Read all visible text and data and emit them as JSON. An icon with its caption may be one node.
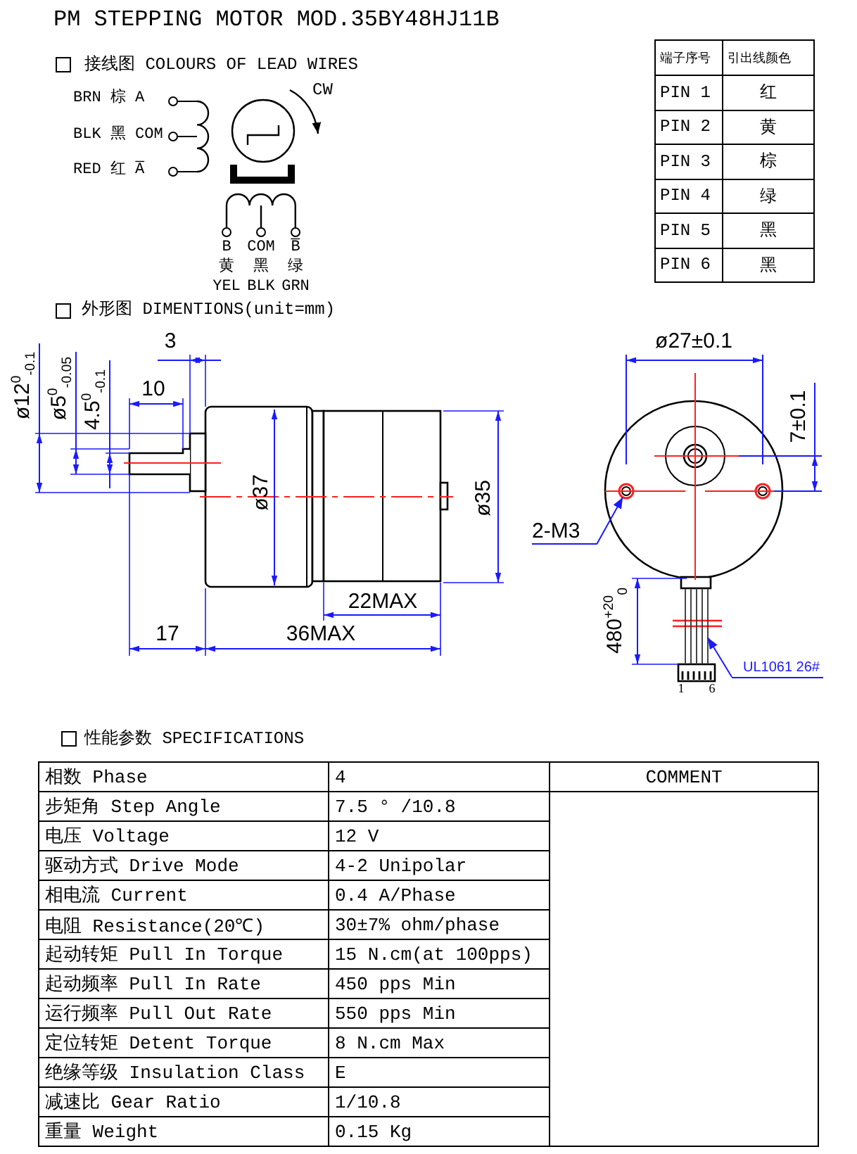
{
  "diagram": {
    "title": "PM STEPPING MOTOR MOD.35BY48HJ11B",
    "nodes": [
      {
        "text": [
          "2-M3"
        ]
      },
      {
        "text": [
          "UL1061 26#"
        ]
      },
      {
        "text": [],
        "shape": "circle"
      },
      {
        "text": [],
        "shape": "circle"
      },
      {
        "text": [],
        "shape": "bar"
      }
    ],
    "edges": [
      {
        "from": 0,
        "to": 2,
        "arrow": "to"
      },
      {
        "from": 1,
        "to": 4,
        "arrow": "to"
      }
    ],
    "labels": [
      "接线图 COLOURS OF LEAD WIRES",
      "BRN 棕 A",
      "BLK 黑 COM",
      "RED 红 A̅",
      "CW",
      "B",
      "COM",
      "B̅",
      "黄",
      "黑",
      "绿",
      "YEL",
      "BLK",
      "GRN",
      "端子序号",
      "引出线颜色",
      "PIN 1",
      "红",
      "PIN 2",
      "黄",
      "PIN 3",
      "棕",
      "PIN 4",
      "绿",
      "PIN 5",
      "黑",
      "PIN 6",
      "黑",
      "外形图 DIMENTIONS(unit=mm)",
      "ø12$^{0}$$_{-0.1}$",
      "ø5$^{0}$$_{-0.05}$",
      "4.5$^{0}$$_{-0.1}$",
      "3",
      "10",
      "ø37",
      "ø35",
      "22MAX",
      "17",
      "36MAX",
      "ø27±0.1",
      "7±0.1",
      "480$^{+20}$$_{0}$",
      "1",
      "6",
      "性能参数 SPECIFICATIONS",
      "相数 Phase",
      "4",
      "COMMENT",
      "步矩角 Step Angle",
      "7.5 ° /10.8",
      "电压 Voltage",
      "12  V",
      "驱动方式  Drive  Mode",
      "4-2  Unipolar",
      "相电流 Current",
      "0.4 A/Phase",
      "电阻 Resistance(20℃)",
      "30±7%  ohm/phase",
      "起动转矩 Pull In Torque",
      "15 N.cm(at 100pps)",
      "起动频率 Pull In Rate",
      "450 pps  Min",
      "运行频率 Pull Out Rate",
      "550 pps  Min",
      "定位转矩 Detent Torque",
      "8 N.cm   Max",
      "绝缘等级 Insulation Class",
      "E",
      "减速比  Gear Ratio",
      "1/10.8",
      "重量  Weight",
      "0.15 Kg"
    ]
  }
}
